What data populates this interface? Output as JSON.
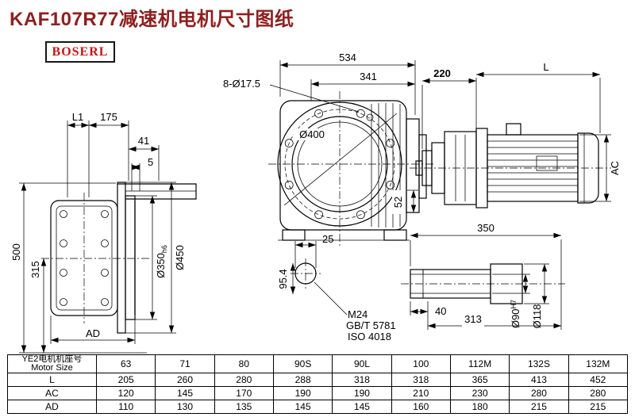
{
  "page": {
    "title": "KAF107R77减速机电机尺寸图纸",
    "logo_text": "BOSERL",
    "colors": {
      "title": "#8e2020",
      "logo": "#c61616",
      "line": "#000000"
    }
  },
  "drawing": {
    "left_view": {
      "dim_l1": "L1",
      "dim_175": "175",
      "dim_41": "41",
      "dim_5": "5",
      "dim_500": "500",
      "dim_315": "315",
      "dim_d350": "Ø350",
      "dim_d350_tol": "h6",
      "dim_d450": "Ø450",
      "dim_ad": "AD"
    },
    "front_view": {
      "dim_534": "534",
      "dim_341": "341",
      "dim_holes": "8-Ø17.5",
      "dim_d400": "Ø400",
      "dim_52": "52",
      "dim_25": "25",
      "dim_95_4": "95.4",
      "thread_label": "M24",
      "standard_gb": "GB/T 5781",
      "standard_iso": "ISO 4018"
    },
    "motor_view": {
      "dim_220": "220",
      "dim_l": "L",
      "dim_ac": "AC"
    },
    "shaft_detail": {
      "dim_350": "350",
      "dim_40": "40",
      "dim_313": "313",
      "dim_d90": "Ø90",
      "dim_d90_tol": "H7",
      "dim_d118": "Ø118"
    }
  },
  "table": {
    "header_cn": "YE2电机机座号",
    "header_en": "Motor Size",
    "columns": [
      "63",
      "71",
      "80",
      "90S",
      "90L",
      "100",
      "112M",
      "132S",
      "132M"
    ],
    "rows": [
      {
        "label": "L",
        "values": [
          "205",
          "260",
          "280",
          "288",
          "318",
          "318",
          "365",
          "413",
          "452"
        ]
      },
      {
        "label": "AC",
        "values": [
          "120",
          "145",
          "170",
          "190",
          "190",
          "210",
          "230",
          "280",
          "280"
        ]
      },
      {
        "label": "AD",
        "values": [
          "110",
          "130",
          "135",
          "145",
          "145",
          "160",
          "180",
          "215",
          "215"
        ]
      }
    ]
  }
}
